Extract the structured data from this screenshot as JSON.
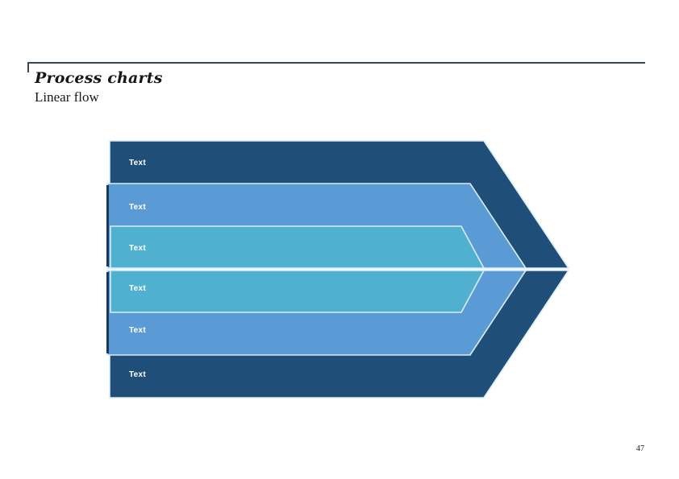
{
  "header": {
    "title": "Process charts",
    "subtitle": "Linear flow",
    "rule_color": "#3a4755"
  },
  "footer": {
    "page_number": "47"
  },
  "diagram": {
    "type": "nested-chevron-linear-flow",
    "bands": [
      {
        "label": "Text",
        "color": "#1f4e79",
        "layer": "outer",
        "half": "top"
      },
      {
        "label": "Text",
        "color": "#5b9bd5",
        "layer": "middle",
        "half": "top"
      },
      {
        "label": "Text",
        "color": "#4fb0d0",
        "layer": "inner",
        "half": "top"
      },
      {
        "label": "Text",
        "color": "#4fb0d0",
        "layer": "inner",
        "half": "bottom"
      },
      {
        "label": "Text",
        "color": "#5b9bd5",
        "layer": "middle",
        "half": "bottom"
      },
      {
        "label": "Text",
        "color": "#1f4e79",
        "layer": "outer",
        "half": "bottom"
      }
    ],
    "palette": {
      "outer": "#1f4e79",
      "outer_shade": "#1b4straight",
      "middle": "#5b9bd5",
      "inner": "#4fb0d0",
      "separator": "#ffffff",
      "outline": "#dcecf5",
      "back_edge": "#163a5c"
    }
  }
}
